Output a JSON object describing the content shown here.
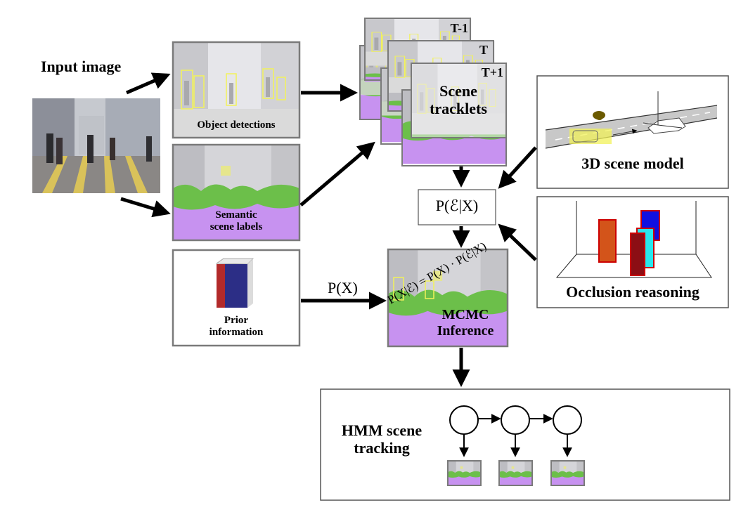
{
  "labels": {
    "input_image": "Input image",
    "object_detections": "Object detections",
    "semantic_scene_labels": "Semantic\nscene labels",
    "prior_information": "Prior\ninformation",
    "frame_prev": "T-1",
    "frame_curr": "T",
    "frame_next": "T+1",
    "scene_tracklets": "Scene\ntracklets",
    "scene_model_3d": "3D scene model",
    "occlusion_reasoning": "Occlusion reasoning",
    "mcmc_inference": "MCMC\nInference",
    "hmm_scene_tracking": "HMM scene\ntracking"
  },
  "math": {
    "likelihood": "P(ℰ|X)",
    "prior": "P(X)",
    "posterior": "P(X|ℰ) = P(X) · P(ℰ|X)"
  },
  "colors": {
    "box_border": "#7a7a7a",
    "street_purple": "#c792f0",
    "vegetation_green": "#6cbf4a",
    "sky_gray": "#cfcfd4",
    "detection_yellow": "#f2f25a",
    "book_red": "#b22a2a",
    "book_blue": "#2c2e86",
    "occluder_orange": "#d3541a",
    "occluder_darkred": "#8c0e14",
    "occluder_cyan": "#27e8ee",
    "occluder_blue": "#1010e0"
  }
}
